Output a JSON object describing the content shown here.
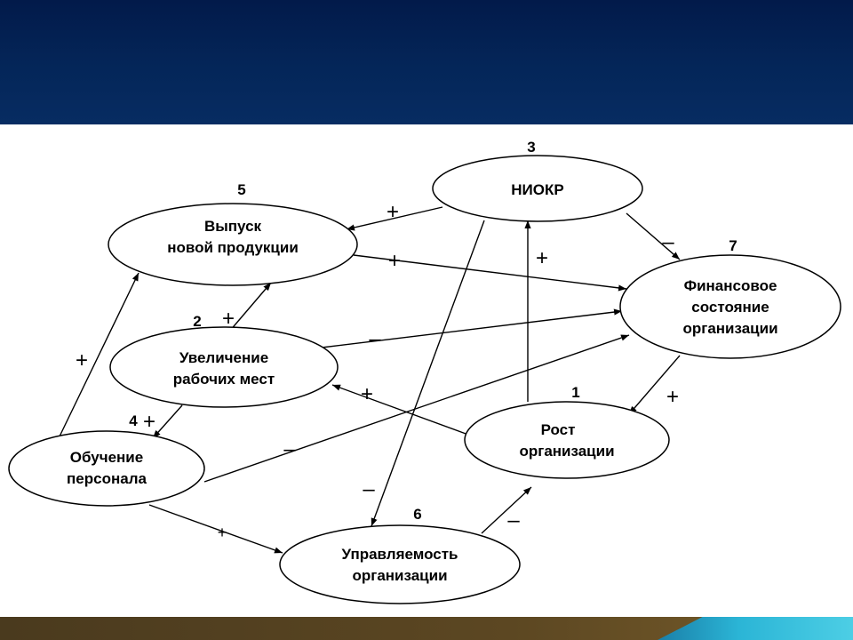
{
  "nodes": [
    {
      "id": "n3",
      "number": "3",
      "lines": [
        "НИОКР"
      ]
    },
    {
      "id": "n5",
      "number": "5",
      "lines": [
        "Выпуск",
        "новой продукции"
      ]
    },
    {
      "id": "n7",
      "number": "7",
      "lines": [
        "Финансовое",
        "состояние",
        "организации"
      ]
    },
    {
      "id": "n2",
      "number": "2",
      "lines": [
        "Увеличение",
        "рабочих мест"
      ]
    },
    {
      "id": "n1",
      "number": "1",
      "lines": [
        "Рост",
        "организации"
      ]
    },
    {
      "id": "n4",
      "number": "4",
      "lines": [
        "Обучение",
        "персонала"
      ]
    },
    {
      "id": "n6",
      "number": "6",
      "lines": [
        "Управляемость",
        "организации"
      ]
    }
  ],
  "edges": [
    {
      "from": "n3",
      "to": "n5",
      "sign": "+"
    },
    {
      "from": "n3",
      "to": "n7",
      "sign": "–"
    },
    {
      "from": "n3",
      "to": "n6",
      "sign": "–"
    },
    {
      "from": "n5",
      "to": "n7",
      "sign": "+"
    },
    {
      "from": "n2",
      "to": "n5",
      "sign": "+"
    },
    {
      "from": "n2",
      "to": "n7",
      "sign": "–"
    },
    {
      "from": "n2",
      "to": "n4",
      "sign": "+"
    },
    {
      "from": "n4",
      "to": "n5",
      "sign": "+"
    },
    {
      "from": "n4",
      "to": "n7",
      "sign": "–"
    },
    {
      "from": "n4",
      "to": "n6",
      "sign": "+"
    },
    {
      "from": "n1",
      "to": "n3",
      "sign": "+"
    },
    {
      "from": "n1",
      "to": "n2",
      "sign": "+"
    },
    {
      "from": "n7",
      "to": "n1",
      "sign": "+"
    },
    {
      "from": "n6",
      "to": "n1",
      "sign": "–"
    }
  ]
}
